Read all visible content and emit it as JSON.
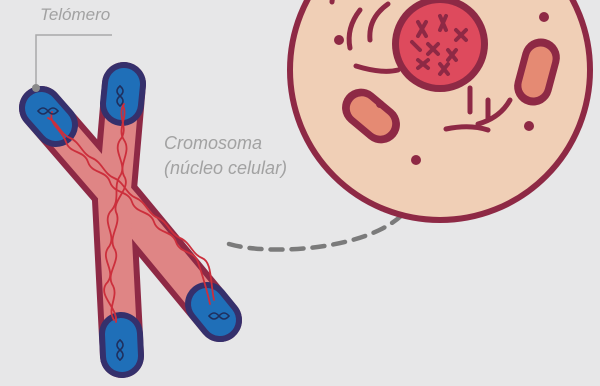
{
  "labels": {
    "telomere": "Telómero",
    "chromosome_line1": "Cromosoma",
    "chromosome_line2": "(núcleo celular)"
  },
  "colors": {
    "background": "#e7e7e8",
    "outline": "#8e2945",
    "chromosome_fill": "#df8585",
    "telomere_fill": "#1f6fb8",
    "telomere_outline": "#35306c",
    "dna_strand": "#cc2f3c",
    "cell_fill": "#f0cfb6",
    "nucleus_fill": "#de4a5d",
    "mitochondria_fill": "#e58a73",
    "connector": "#7b7b7b",
    "label_text": "#a2a2a2",
    "leader_line": "#a9a9a9"
  },
  "icons": {
    "telomere_marker": "dot-icon",
    "dna_motif": "double-helix-icon"
  }
}
